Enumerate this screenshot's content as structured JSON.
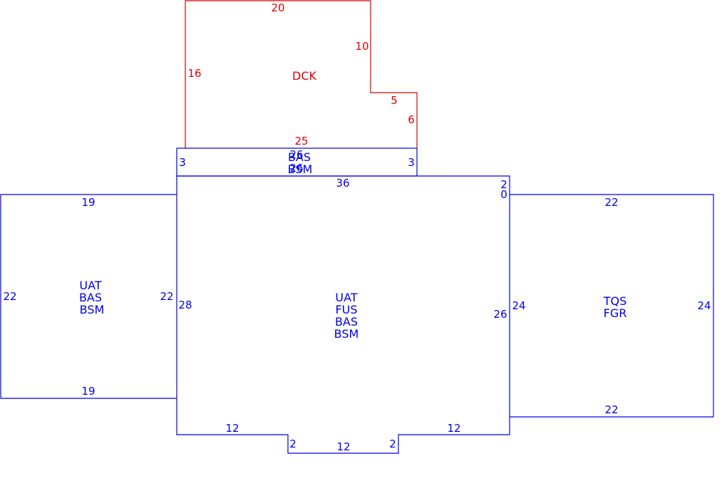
{
  "colors": {
    "deck": "#e00000",
    "house": "#0000e6",
    "background": "#ffffff"
  },
  "deck": {
    "label": "DCK",
    "dims": {
      "top": "20",
      "left": "16",
      "step_vertical": "10",
      "step_horizontal": "5",
      "right_lower": "6",
      "bottom": "25"
    }
  },
  "bay": {
    "label_lines": [
      "BAS",
      "BSM"
    ],
    "dims": {
      "top": "26",
      "bottom": "26",
      "left": "3",
      "right": "3"
    }
  },
  "main": {
    "label_lines": [
      "UAT",
      "FUS",
      "BAS",
      "BSM"
    ],
    "dims": {
      "top": "36",
      "corner_a": "2",
      "corner_b": "0",
      "left": "28",
      "right": "26",
      "bottom_left": "12",
      "bottom_right": "12",
      "notch_left": "2",
      "notch_right": "2",
      "notch_bottom": "12"
    }
  },
  "left_wing": {
    "label_lines": [
      "UAT",
      "BAS",
      "BSM"
    ],
    "dims": {
      "top": "19",
      "bottom": "19",
      "left": "22",
      "right": "22"
    }
  },
  "right_wing": {
    "label_lines": [
      "TQS",
      "FGR"
    ],
    "dims": {
      "top": "22",
      "bottom": "22",
      "left": "24",
      "right": "24"
    }
  }
}
